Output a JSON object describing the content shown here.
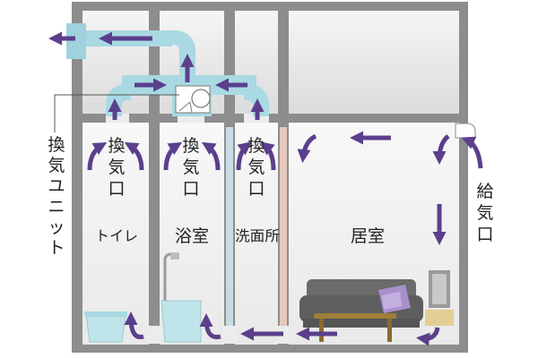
{
  "labels": {
    "vent": "換気口",
    "unit": "換気ユニット",
    "supply": "給気口",
    "rooms": {
      "toilet": "トイレ",
      "bath": "浴室",
      "washroom": "洗面所",
      "living": "居室"
    }
  },
  "colors": {
    "arrow": "#5b3f8c",
    "duct": "#a9d9e2",
    "wall": "#8d8d8d",
    "room": "#f2f2f2",
    "ceiling": "#e8e8e8",
    "sofa": "#6b6b6b",
    "cushion": "#a990cc",
    "table": "#a07d3a",
    "curtain_blue": "#c8dce4",
    "curtain_pink": "#e6c7bb"
  },
  "icons": [
    "arrow-icon",
    "fan-icon",
    "shower-icon",
    "bathtub-icon",
    "toilet-icon",
    "sofa-icon",
    "tv-icon",
    "supply-vent-icon"
  ]
}
